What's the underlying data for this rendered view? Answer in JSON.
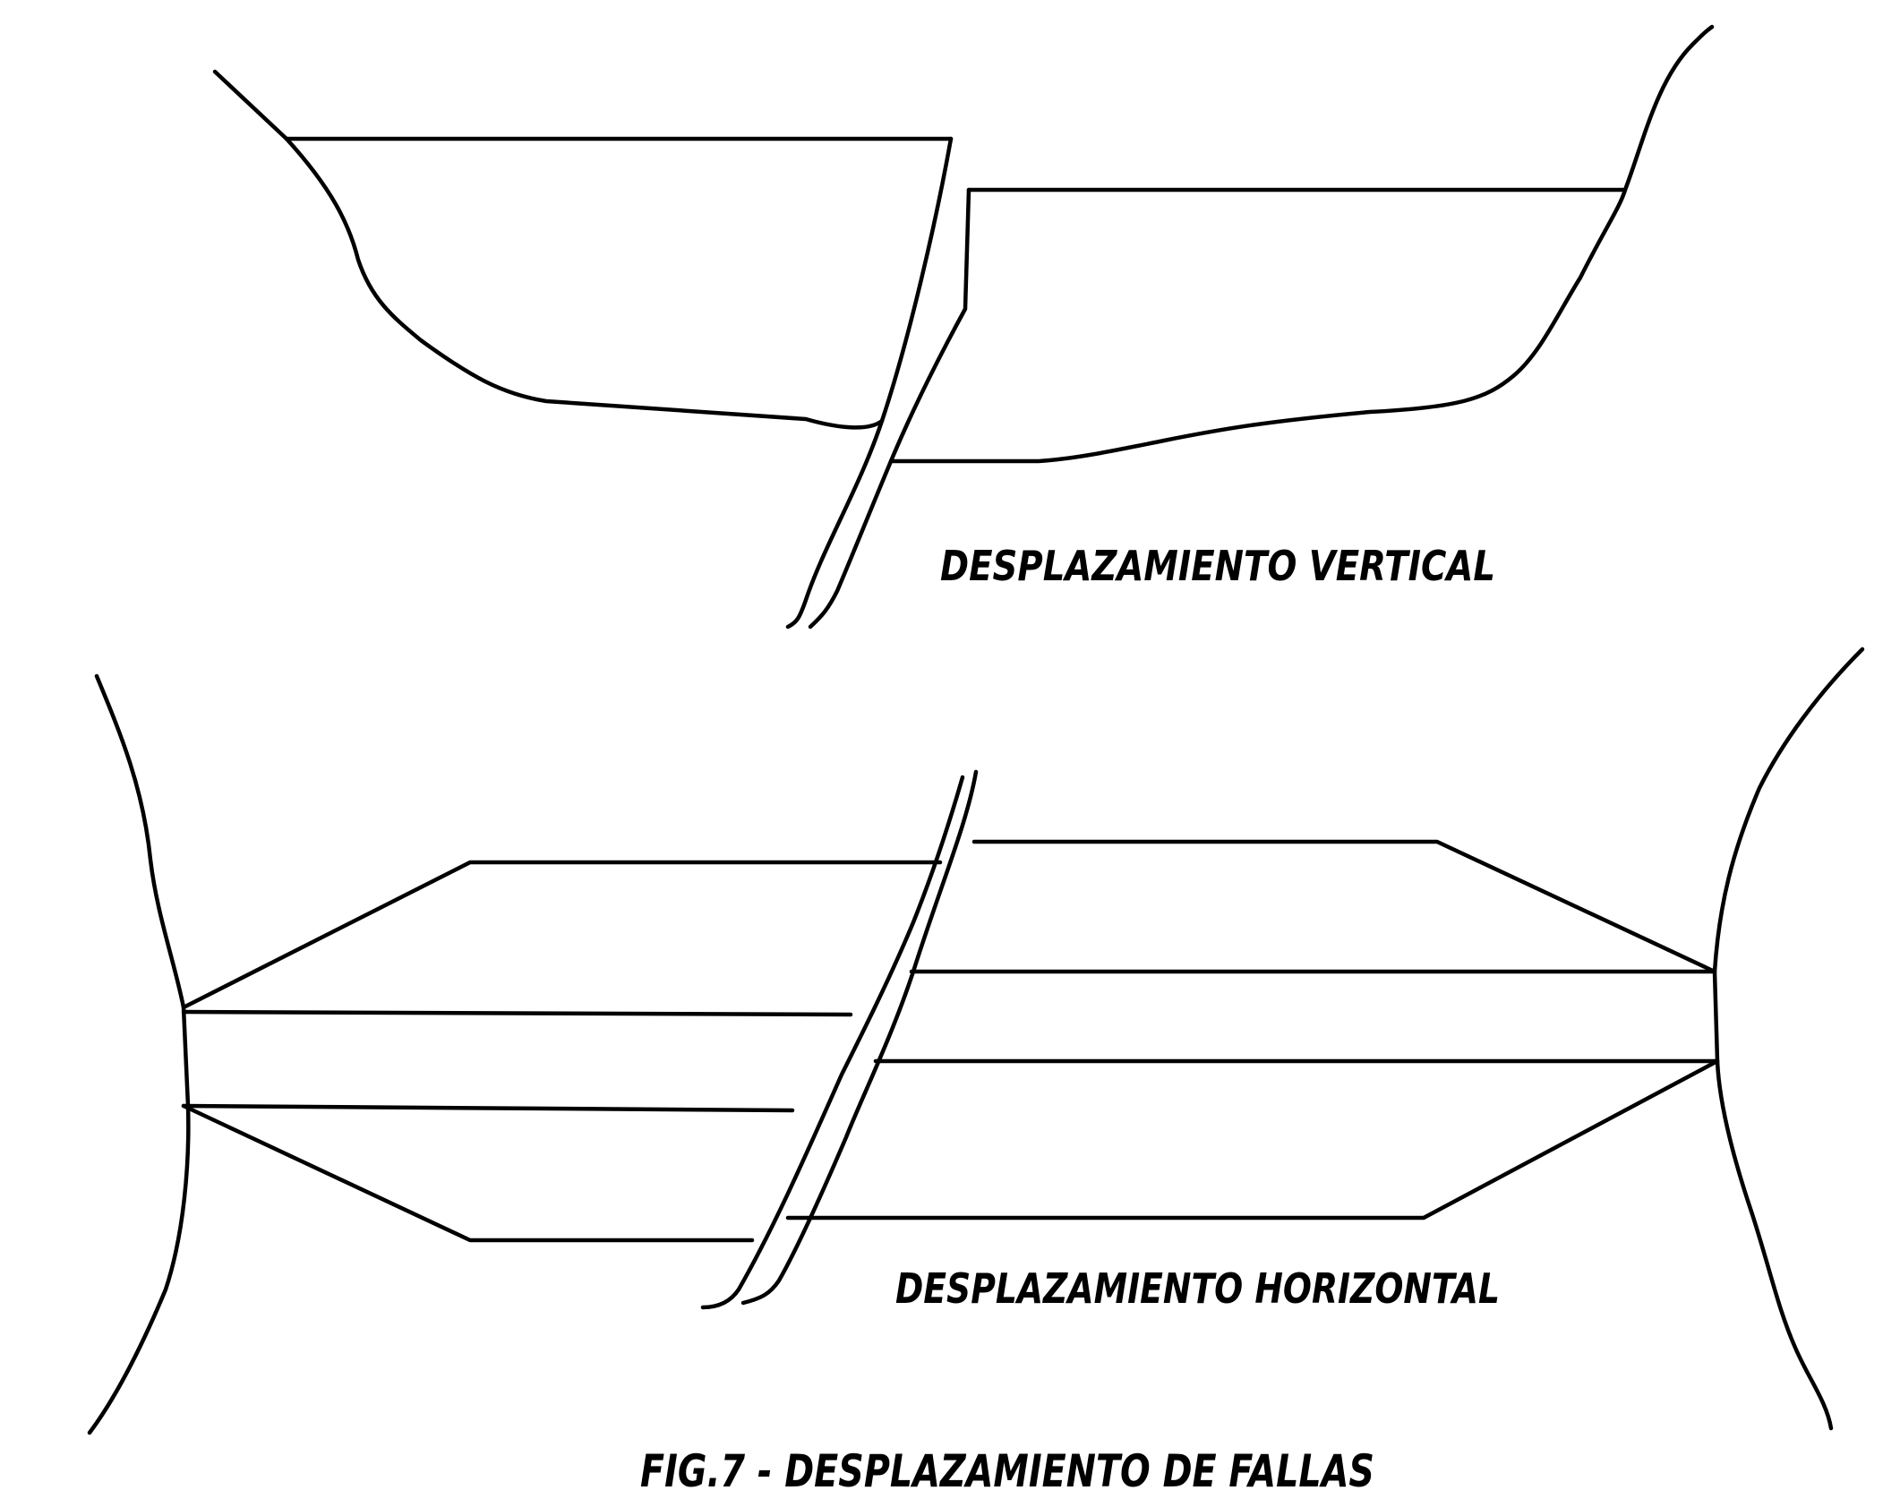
{
  "figure": {
    "caption": "FIG.7 - DESPLAZAMIENTO DE FALLAS",
    "panels": [
      {
        "label": "DESPLAZAMIENTO VERTICAL"
      },
      {
        "label": "DESPLAZAMIENTO HORIZONTAL"
      }
    ],
    "colors": {
      "ink": "#000000",
      "paper": "#ffffff"
    }
  }
}
